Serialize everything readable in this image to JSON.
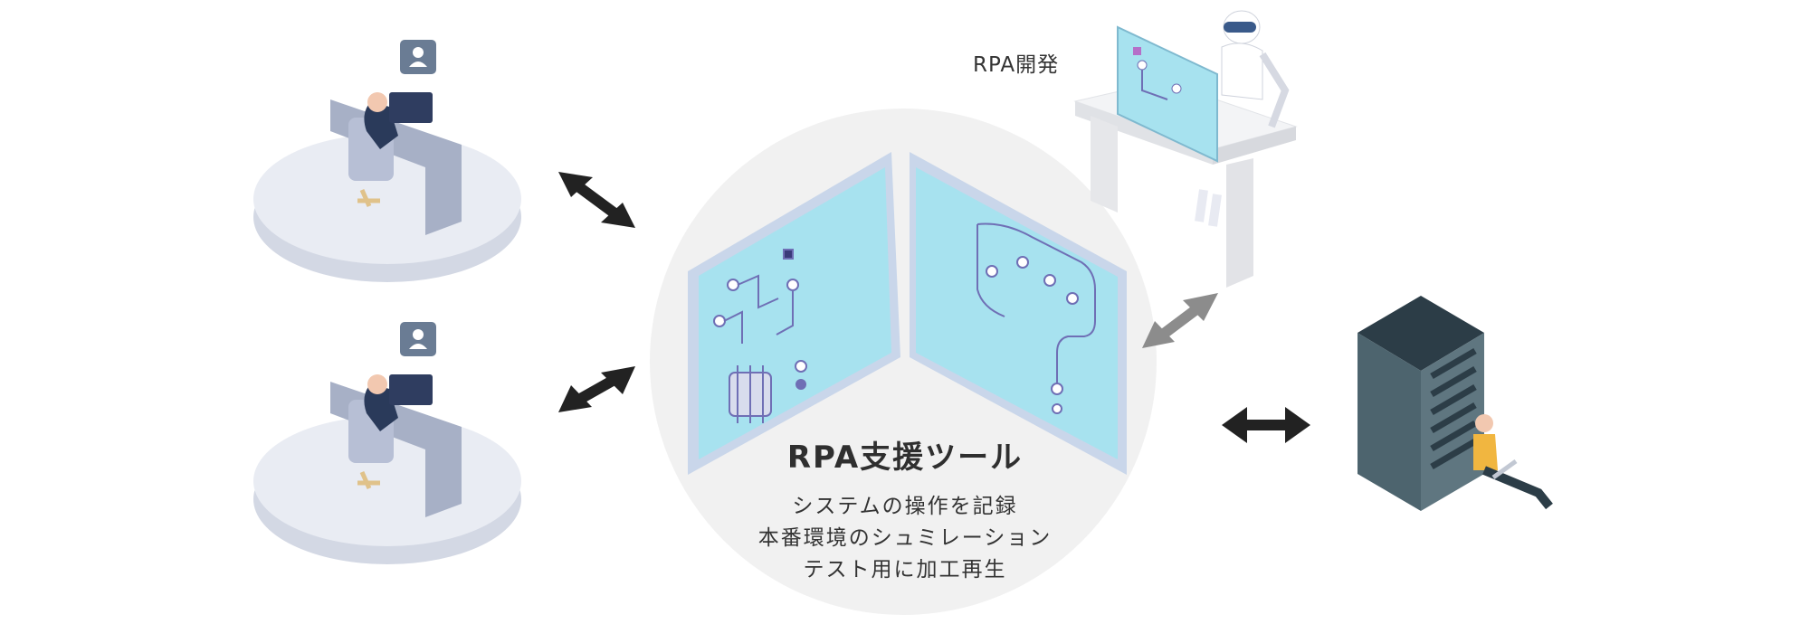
{
  "labels": {
    "rpa_development": "RPA開発",
    "center_title": "RPA支援ツール"
  },
  "features": [
    "システムの操作を記録",
    "本番環境のシュミレーション",
    "テスト用に加工再生"
  ],
  "colors": {
    "circle_bg": "#f1f1f1",
    "screen_fill": "#a7e2ef",
    "screen_frame": "#c9d6ea",
    "arrow_dark": "#222222",
    "arrow_gray": "#8c8c8c",
    "server_body": "#5f7680",
    "server_top": "#2c3d47"
  },
  "icons": [
    "user-icon",
    "laptop-icon",
    "robot-icon",
    "server-icon",
    "chip-icon"
  ]
}
